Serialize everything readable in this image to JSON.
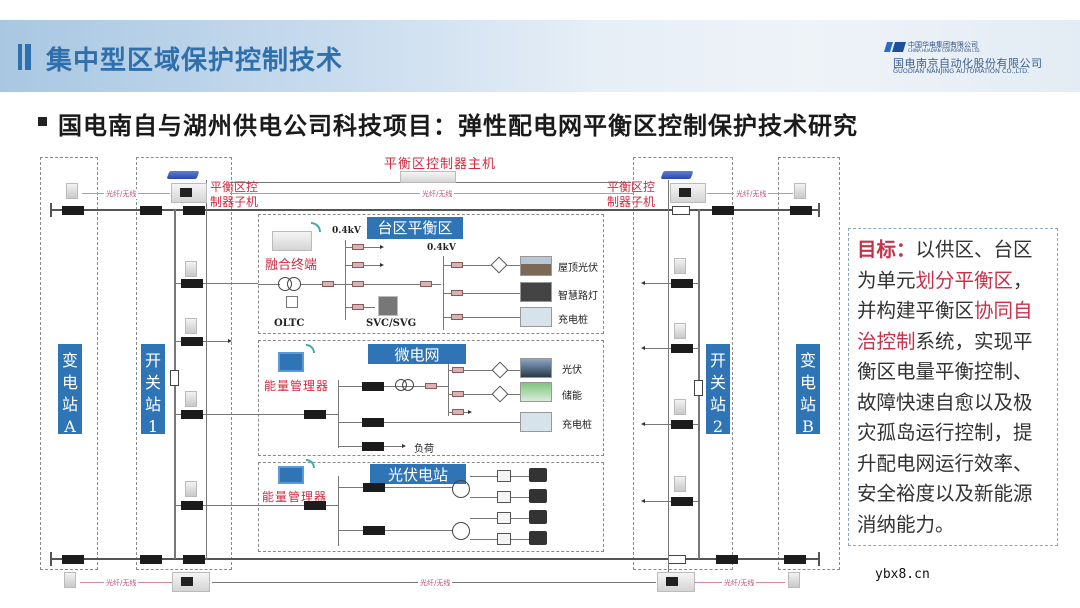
{
  "header": {
    "title": "集中型区域保护控制技术",
    "logo": {
      "group_cn": "中国华电集团有限公司",
      "group_en": "CHINA HUADIAN CORPORATION LTD.",
      "company_cn": "国电南京自动化股份有限公司",
      "company_en": "GUODIAN NANJING AUTOMATION CO.,LTD."
    }
  },
  "subtitle": "国电南自与湖州供电公司科技项目：弹性配电网平衡区控制保护技术研究",
  "diagram": {
    "master_controller_label": "平衡区控制器主机",
    "sub_controller_left": [
      "平衡区控",
      "制器子机"
    ],
    "sub_controller_right": [
      "平衡区控",
      "制器子机"
    ],
    "link_label": "光纤/无线",
    "stations": {
      "substation_a": [
        "变",
        "电",
        "站",
        "A"
      ],
      "switch_station_1": [
        "开",
        "关",
        "站",
        "1"
      ],
      "switch_station_2": [
        "开",
        "关",
        "站",
        "2"
      ],
      "substation_b": [
        "变",
        "电",
        "站",
        "B"
      ]
    },
    "zone1": {
      "title": "台区平衡区",
      "terminal_label": "融合终端",
      "voltage_left": "0.4kV",
      "voltage_right": "0.4kV",
      "oltc_label": "OLTC",
      "svc_label": "SVC/SVG",
      "loads": [
        "屋顶光伏",
        "智慧路灯",
        "充电桩"
      ]
    },
    "zone2": {
      "title": "微电网",
      "manager_label": "能量管理器",
      "loads": [
        "光伏",
        "储能",
        "充电桩"
      ],
      "load_label": "负荷"
    },
    "zone3": {
      "title": "光伏电站",
      "manager_label": "能量管理器"
    }
  },
  "goal": {
    "label": "目标：",
    "segments": [
      {
        "text": "以供区、台区为单元",
        "hl": false
      },
      {
        "text": "划分平衡区",
        "hl": true
      },
      {
        "text": "，并构建平衡区",
        "hl": false
      },
      {
        "text": "协同自治控制",
        "hl": true
      },
      {
        "text": "系统，实现平衡区电量平衡控制、故障快速自愈以及极灾孤岛运行控制，提升配电网运行效率、安全裕度以及新能源消纳能力。",
        "hl": false
      }
    ]
  },
  "watermark": "ybx8.cn",
  "colors": {
    "brand_blue": "#2f75b5",
    "title_blue": "#2f6fab",
    "highlight_red": "#c9304a"
  }
}
